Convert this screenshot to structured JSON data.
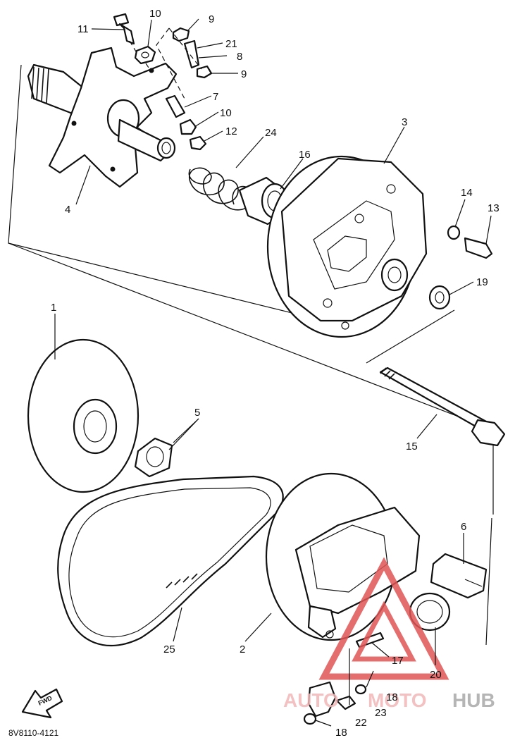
{
  "labels": {
    "p1": "1",
    "p2": "2",
    "p3": "3",
    "p4": "4",
    "p5": "5",
    "p6": "6",
    "p7": "7",
    "p8": "8",
    "p9a": "9",
    "p9b": "9",
    "p10a": "10",
    "p10b": "10",
    "p11": "11",
    "p12": "12",
    "p13": "13",
    "p14": "14",
    "p15": "15",
    "p16": "16",
    "p17": "17",
    "p18a": "18",
    "p18b": "18",
    "p19": "19",
    "p20": "20",
    "p21": "21",
    "p22": "22",
    "p23": "23",
    "p24": "24",
    "p25": "25"
  },
  "footer": {
    "code": "8V8110-4121",
    "fwd": "FWD"
  },
  "watermark": {
    "part1": "AUTO",
    "part2": "MOTO",
    "part3": "HUB"
  },
  "colors": {
    "ink": "#111111",
    "watermark_red": "#e05555",
    "watermark_gray": "#a9a9a9"
  }
}
